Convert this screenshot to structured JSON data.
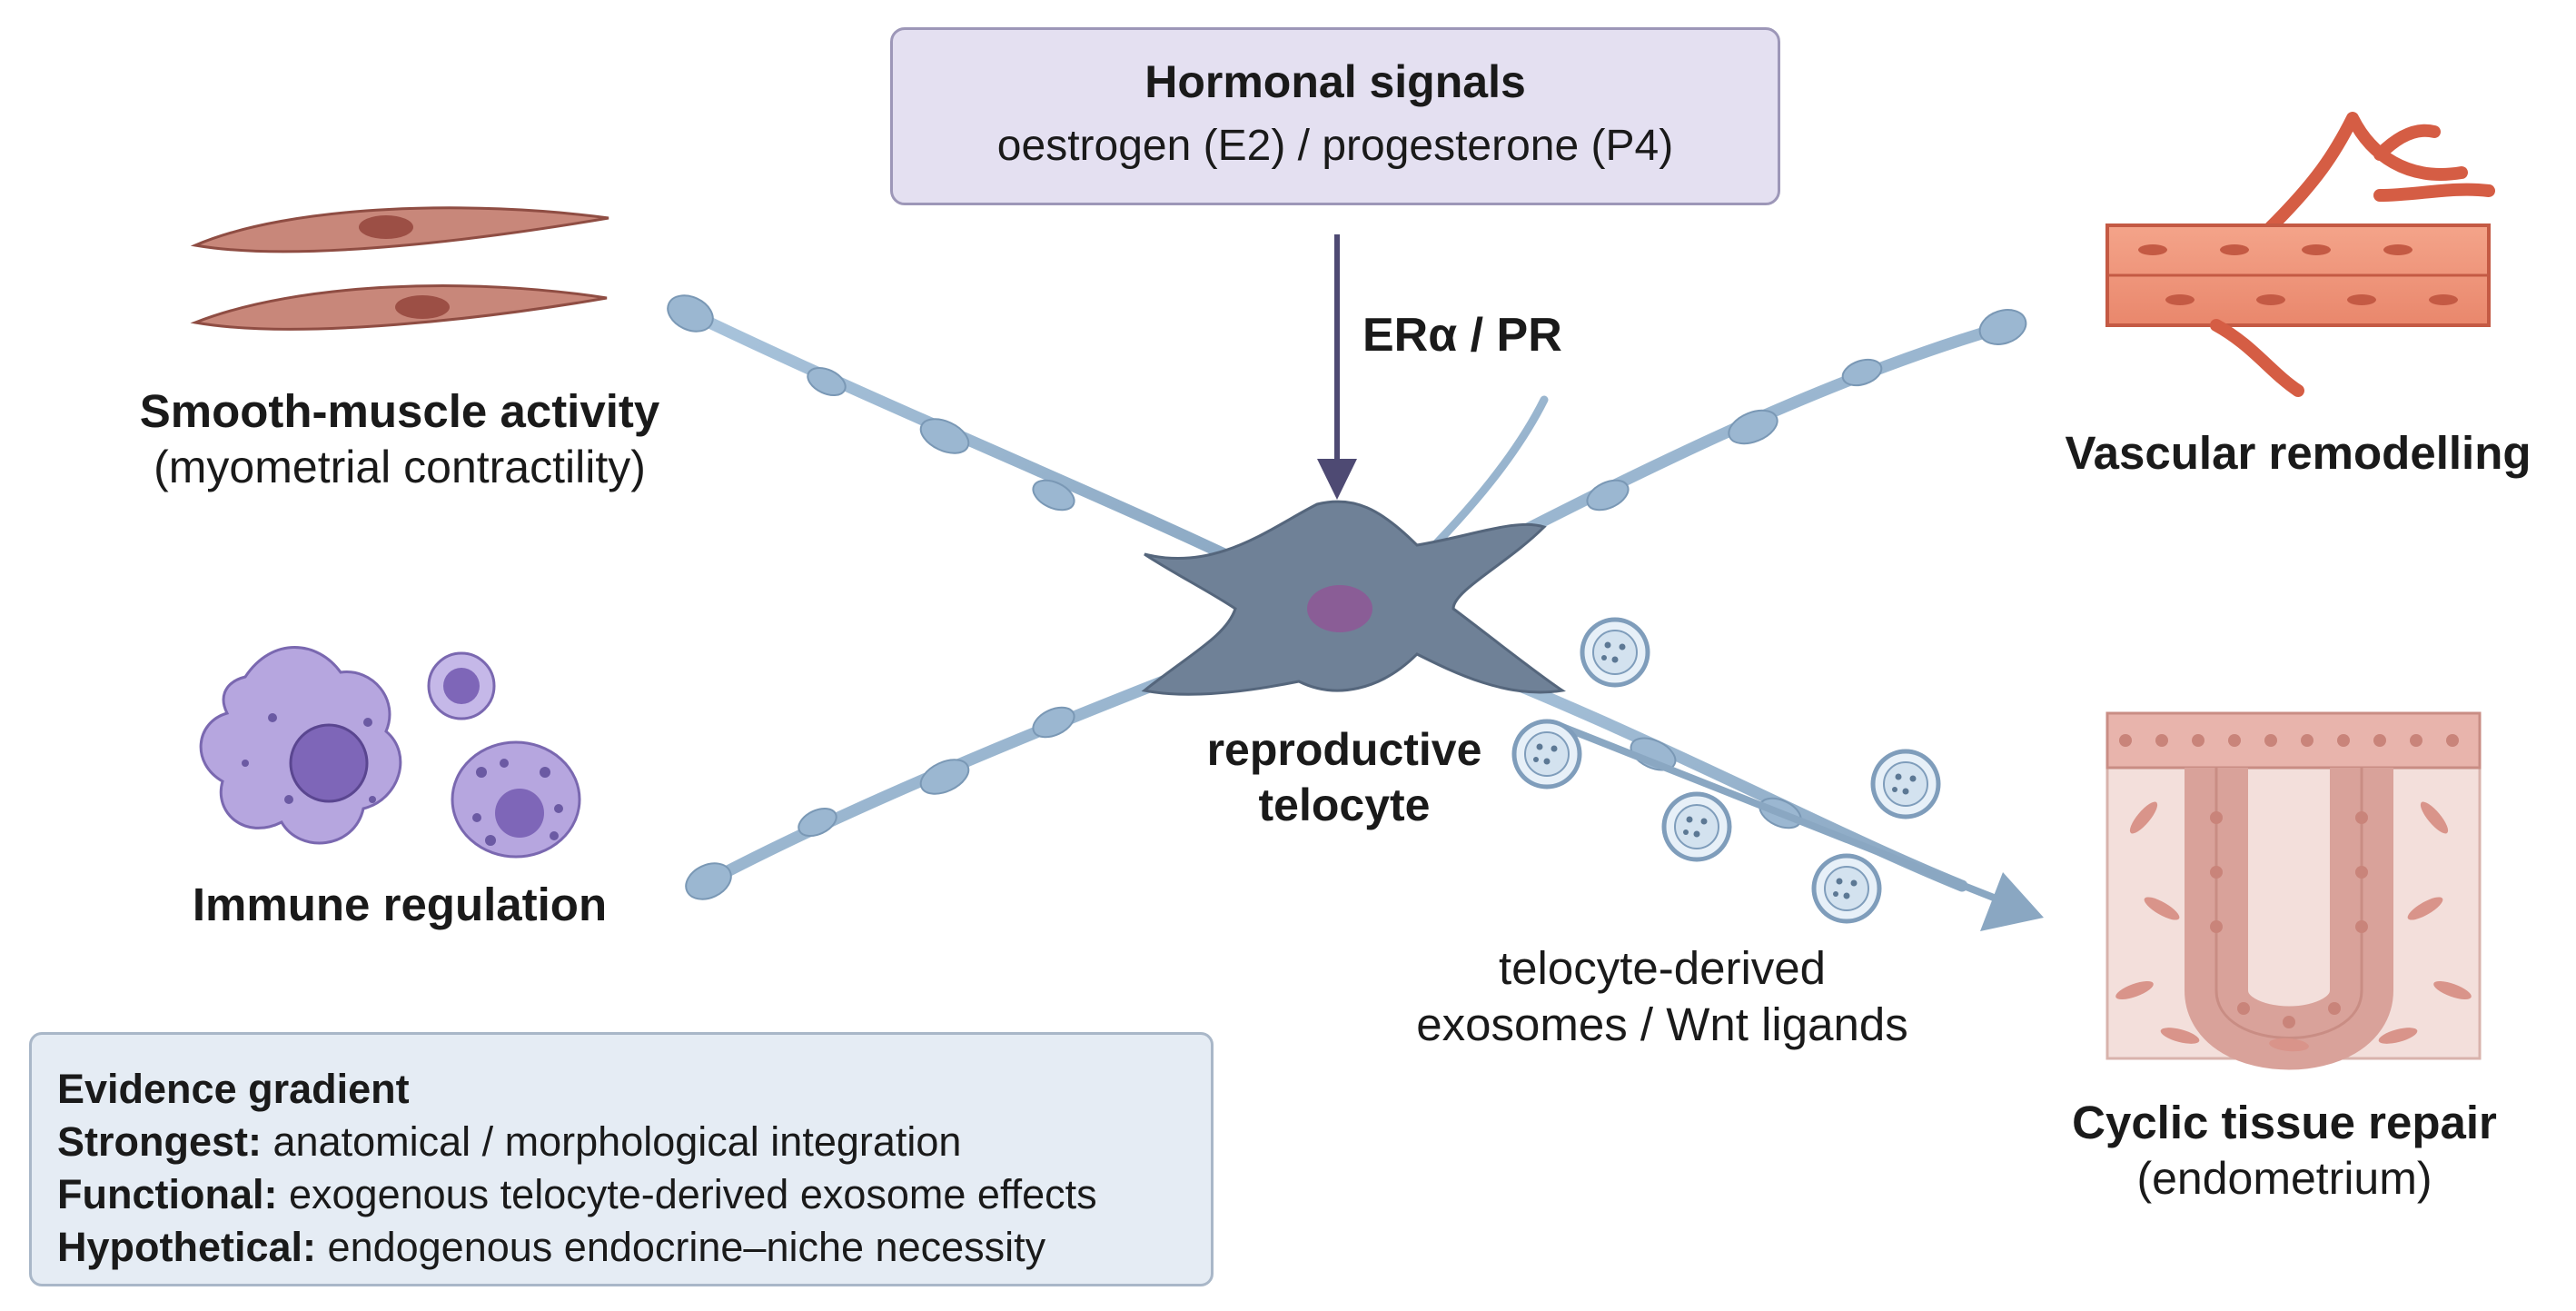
{
  "hormone_box": {
    "title": "Hormonal signals",
    "subtitle": "oestrogen (E2) / progesterone (P4)"
  },
  "receptor_label": "ERα / PR",
  "center": {
    "line1": "reproductive",
    "line2": "telocyte"
  },
  "smooth_muscle": {
    "title": "Smooth-muscle activity",
    "subtitle": "(myometrial contractility)"
  },
  "immune": {
    "title": "Immune regulation"
  },
  "vascular": {
    "title": "Vascular remodelling"
  },
  "repair": {
    "title": "Cyclic tissue repair",
    "subtitle": "(endometrium)"
  },
  "exosomes": {
    "line1": "telocyte-derived",
    "line2": "exosomes / Wnt ligands"
  },
  "evidence": {
    "title": "Evidence gradient",
    "rows": [
      {
        "key": "Strongest:",
        "text": "anatomical / morphological integration"
      },
      {
        "key": "Functional:",
        "text": "exogenous telocyte-derived exosome effects"
      },
      {
        "key": "Hypothetical:",
        "text": "endogenous endocrine–niche necessity"
      }
    ]
  },
  "colors": {
    "telocyte_body": "#6f8197",
    "telocyte_process": "#9bb7d1",
    "arrow": "#4e4a73",
    "muscle": "#c07b6d",
    "vessel": "#e07a5f",
    "immune": "#9c8cc9",
    "tissue": "#e8b4ac",
    "hormone_box_fill": "#e4e0f1",
    "evidence_box_fill": "#e5ecf4"
  }
}
